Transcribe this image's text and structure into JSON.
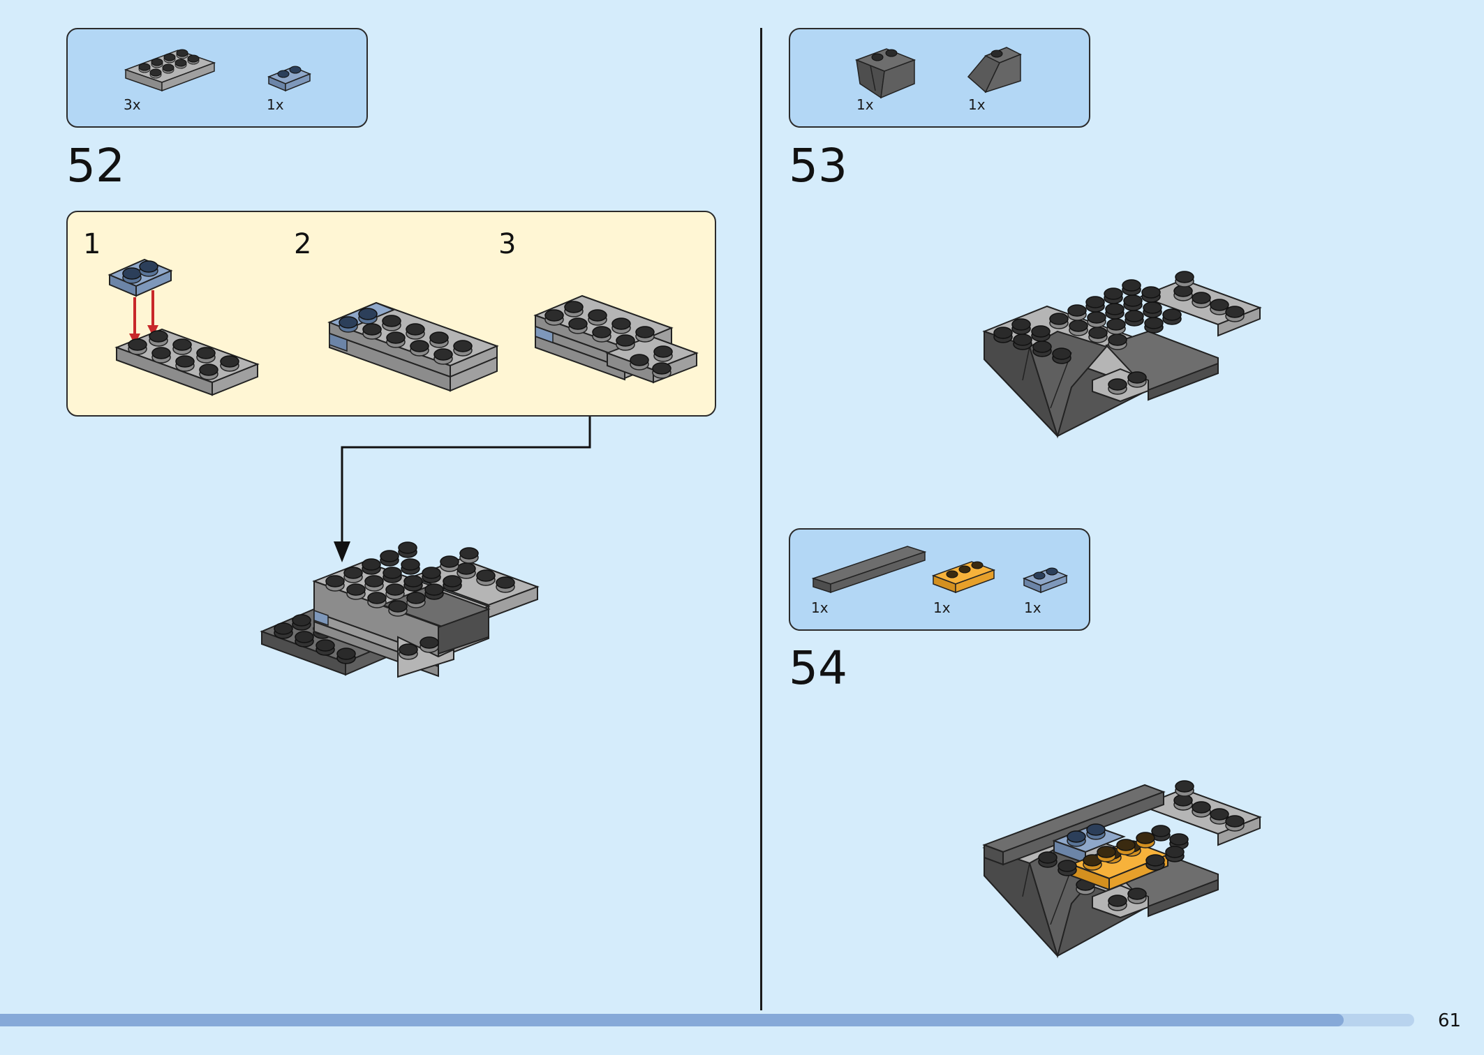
{
  "step52": {
    "number": "52",
    "parts": [
      {
        "qty": "3x",
        "part": "light-gray-2x4-plate"
      },
      {
        "qty": "1x",
        "part": "sand-blue-1x2-plate"
      }
    ],
    "substeps": [
      "1",
      "2",
      "3"
    ]
  },
  "step53": {
    "number": "53",
    "parts": [
      {
        "qty": "1x",
        "part": "dark-gray-inverted-slope"
      },
      {
        "qty": "1x",
        "part": "dark-gray-slope"
      }
    ]
  },
  "step54": {
    "number": "54",
    "parts": [
      {
        "qty": "1x",
        "part": "dark-gray-tile-long"
      },
      {
        "qty": "1x",
        "part": "orange-1x3-plate"
      },
      {
        "qty": "1x",
        "part": "sand-blue-1x2-plate"
      }
    ]
  },
  "page": {
    "number": "61",
    "progress": 0.95
  },
  "colors": {
    "background": "#d5ecfb",
    "parts_box": "#b3d7f5",
    "substep_box": "#fff6d4",
    "light_gray": "#a5a5a5",
    "dark_gray": "#5f5f5f",
    "sand_blue": "#7e98bb",
    "orange": "#f7b23b",
    "arrow_red": "#c8282a"
  }
}
